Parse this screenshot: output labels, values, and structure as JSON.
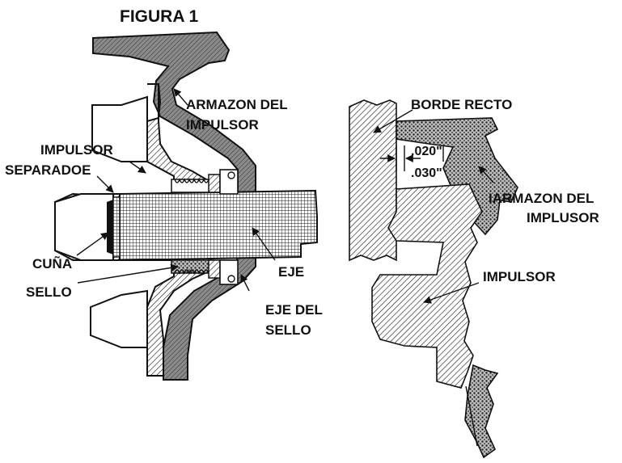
{
  "figure": {
    "title": "FIGURA 1",
    "colors": {
      "ink": "#111111",
      "housing_fill": "#8a8a8a",
      "paper": "#ffffff"
    }
  },
  "left_view": {
    "labels": {
      "housing": [
        "ARMAZON DEL",
        "IMPULSOR"
      ],
      "impeller": "IMPULSOR",
      "spacer": "SEPARADOE",
      "key": "CUÑA",
      "seal": "SELLO",
      "shaft": "EJE",
      "seal_shaft": [
        "EJE DEL",
        "SELLO"
      ]
    }
  },
  "right_view": {
    "labels": {
      "straight_edge": "BORDE RECTO",
      "gap_min": ".020\"",
      "gap_max": ".030\"",
      "housing": [
        "IARMAZON DEL",
        "IMPLUSOR"
      ],
      "impeller": "IMPULSOR"
    }
  }
}
